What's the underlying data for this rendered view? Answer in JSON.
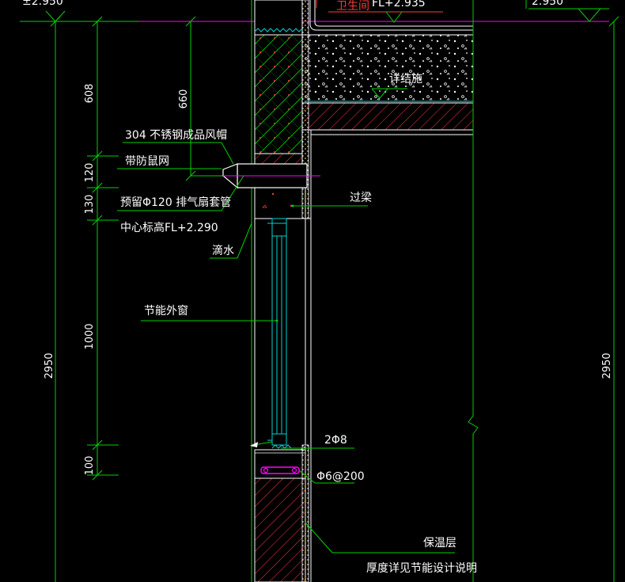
{
  "colors": {
    "background": "#000000",
    "dimension": "#00d000",
    "wall": "#ffffff",
    "hatch_red": "#ff3b3b",
    "hatch_green": "#00d000",
    "cyan": "#00d0d0",
    "magenta": "#ff00ff",
    "leader": "#00d000"
  },
  "top_labels": {
    "left_level": "±2.950",
    "room_label": "卫生间",
    "room_level": "FL+2.935",
    "right_level": "2.950"
  },
  "dimensions_left": {
    "d608": "608",
    "d120": "120",
    "d130": "130",
    "d1000": "1000",
    "d100": "100",
    "d2950": "2950"
  },
  "dimensions_mid": {
    "d660": "660"
  },
  "dimensions_right": {
    "d2950": "2950"
  },
  "annotations": {
    "vent_cap": "304  不锈钢成品风帽",
    "rat_net": "带防鼠网",
    "sleeve": "预留Φ120  排气扇套管",
    "center_level": "中心标高FL+2.290",
    "drip": "滴水",
    "window": "节能外窗",
    "lintel": "过梁",
    "slab_note": "详结施",
    "rebar_top": "2Φ8",
    "rebar_stirrup": "Φ6@200",
    "insulation": "保温层",
    "insulation_note": "厚度详见节能设计说明"
  }
}
